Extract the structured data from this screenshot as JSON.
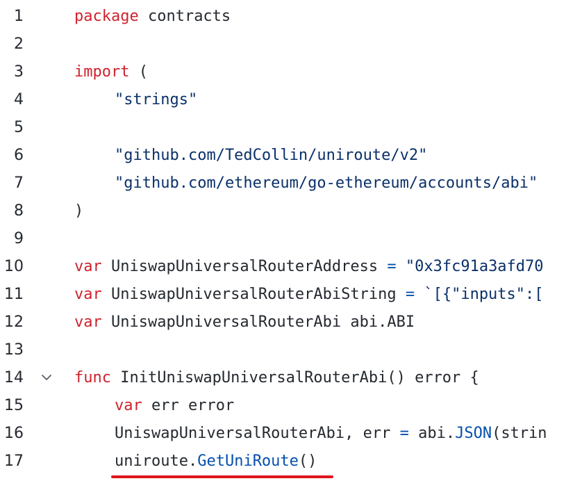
{
  "editor": {
    "lines": [
      {
        "num": "1",
        "tokens": [
          {
            "t": "package",
            "c": "kw"
          },
          {
            "t": " contracts",
            "c": "plain"
          }
        ]
      },
      {
        "num": "2",
        "tokens": []
      },
      {
        "num": "3",
        "tokens": [
          {
            "t": "import",
            "c": "kw"
          },
          {
            "t": " (",
            "c": "plain"
          }
        ]
      },
      {
        "num": "4",
        "indent": 1,
        "tokens": [
          {
            "t": "\"strings\"",
            "c": "str"
          }
        ]
      },
      {
        "num": "5",
        "tokens": []
      },
      {
        "num": "6",
        "indent": 1,
        "tokens": [
          {
            "t": "\"github.com/TedCollin/uniroute/v2\"",
            "c": "str"
          }
        ]
      },
      {
        "num": "7",
        "indent": 1,
        "tokens": [
          {
            "t": "\"github.com/ethereum/go-ethereum/accounts/abi\"",
            "c": "str"
          }
        ]
      },
      {
        "num": "8",
        "tokens": [
          {
            "t": ")",
            "c": "plain"
          }
        ]
      },
      {
        "num": "9",
        "tokens": []
      },
      {
        "num": "10",
        "tokens": [
          {
            "t": "var",
            "c": "kw"
          },
          {
            "t": " UniswapUniversalRouterAddress ",
            "c": "plain"
          },
          {
            "t": "=",
            "c": "fn"
          },
          {
            "t": " ",
            "c": "plain"
          },
          {
            "t": "\"0x3fc91a3afd70",
            "c": "str"
          }
        ]
      },
      {
        "num": "11",
        "tokens": [
          {
            "t": "var",
            "c": "kw"
          },
          {
            "t": " UniswapUniversalRouterAbiString ",
            "c": "plain"
          },
          {
            "t": "=",
            "c": "fn"
          },
          {
            "t": " ",
            "c": "plain"
          },
          {
            "t": "`[{\"inputs\":[",
            "c": "str"
          }
        ]
      },
      {
        "num": "12",
        "tokens": [
          {
            "t": "var",
            "c": "kw"
          },
          {
            "t": " UniswapUniversalRouterAbi abi.ABI",
            "c": "plain"
          }
        ]
      },
      {
        "num": "13",
        "tokens": []
      },
      {
        "num": "14",
        "fold": "chevron-down",
        "tokens": [
          {
            "t": "func",
            "c": "kw"
          },
          {
            "t": " InitUniswapUniversalRouterAbi() error {",
            "c": "plain"
          }
        ]
      },
      {
        "num": "15",
        "indent": 1,
        "tokens": [
          {
            "t": "var",
            "c": "kw"
          },
          {
            "t": " err error",
            "c": "plain"
          }
        ]
      },
      {
        "num": "16",
        "indent": 1,
        "tokens": [
          {
            "t": "UniswapUniversalRouterAbi, err ",
            "c": "plain"
          },
          {
            "t": "=",
            "c": "fn"
          },
          {
            "t": " abi.",
            "c": "plain"
          },
          {
            "t": "JSON",
            "c": "fn"
          },
          {
            "t": "(strin",
            "c": "plain"
          }
        ]
      },
      {
        "num": "17",
        "indent": 1,
        "tokens": [
          {
            "t": "uniroute.",
            "c": "plain"
          },
          {
            "t": "GetUniRoute",
            "c": "fn"
          },
          {
            "t": "()",
            "c": "plain"
          }
        ]
      }
    ],
    "highlight": {
      "line": "17",
      "color": "#e0141c"
    }
  },
  "colors": {
    "keyword": "#cf222e",
    "string": "#0a3069",
    "function": "#0550ae",
    "text": "#24292f",
    "underline": "#e0141c"
  }
}
